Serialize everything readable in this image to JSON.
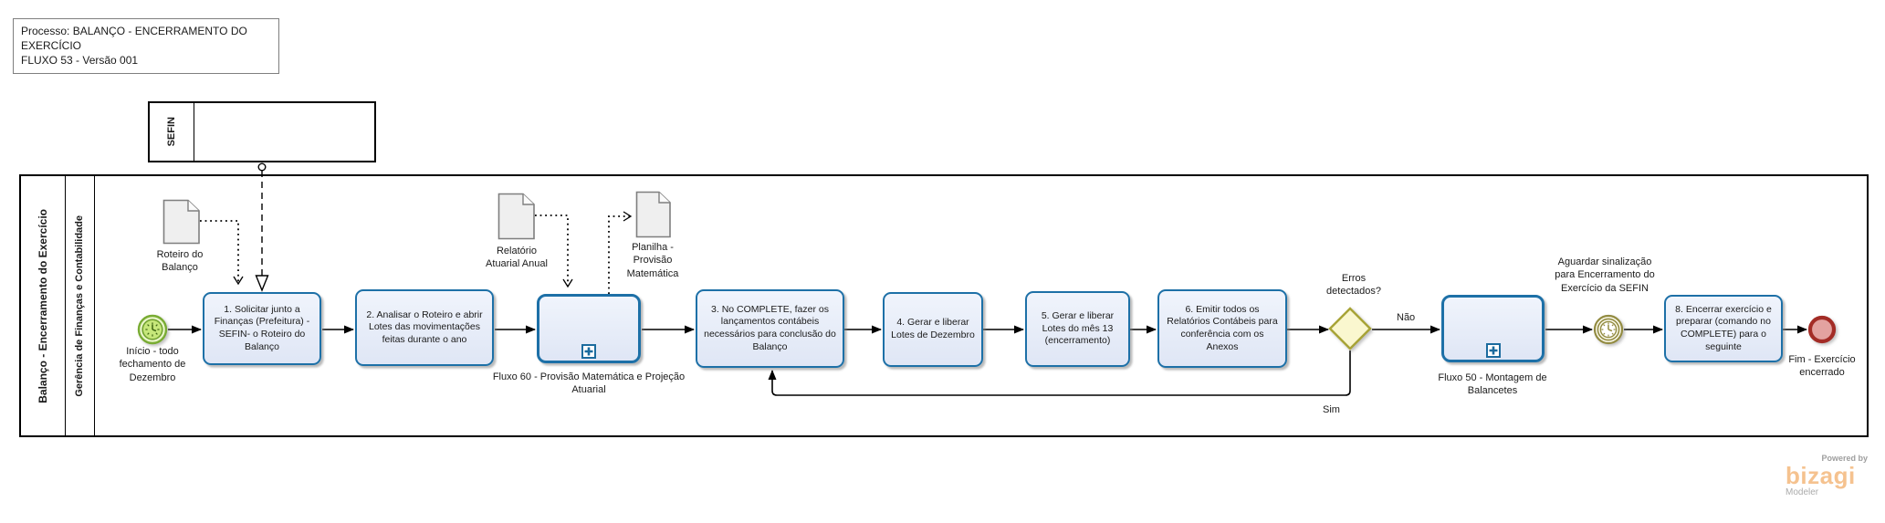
{
  "title_box": {
    "line1": "Processo: BALANÇO - ENCERRAMENTO DO EXERCÍCIO",
    "line2": "FLUXO 53 - Versão 001"
  },
  "pools": {
    "sefin": {
      "name": "SEFIN"
    },
    "main": {
      "name": "Balanço - Encerramento do Exercício",
      "lane": "Gerência de Finanças e Contabilidade"
    }
  },
  "events": {
    "start_timer": {
      "label": "Início - todo fechamento de Dezembro"
    },
    "intermediate_timer": {
      "label": "Aguardar sinalização para Encerramento do Exercício da SEFIN"
    },
    "end": {
      "label": "Fim - Exercício encerrado"
    }
  },
  "tasks": {
    "task1": {
      "label": "1. Solicitar junto a Finanças (Prefeitura) - SEFIN- o Roteiro do Balanço"
    },
    "task2": {
      "label": "2. Analisar o Roteiro e abrir Lotes das movimentações feitas durante o ano"
    },
    "task3": {
      "label": "3. No COMPLETE, fazer os lançamentos contábeis necessários para conclusão do Balanço"
    },
    "task4": {
      "label": "4. Gerar e liberar Lotes de Dezembro"
    },
    "task5": {
      "label": "5. Gerar e liberar Lotes do mês 13 (encerramento)"
    },
    "task6": {
      "label": "6. Emitir todos os Relatórios Contábeis para conferência com os Anexos"
    },
    "task8": {
      "label": "8. Encerrar exercício e preparar (comando no COMPLETE) para o seguinte"
    }
  },
  "subprocesses": {
    "fluxo60": {
      "label": "Fluxo 60 - Provisão Matemática e Projeção Atuarial"
    },
    "fluxo50": {
      "label": "Fluxo 50 - Montagem de Balancetes"
    }
  },
  "documents": {
    "roteiro": {
      "label": "Roteiro do Balanço"
    },
    "relatorio": {
      "label": "Relatório Atuarial Anual"
    },
    "planilha": {
      "label": "Planilha - Provisão Matemática"
    }
  },
  "gateway": {
    "question": "Erros detectados?",
    "branch_no": "Não",
    "branch_yes": "Sim"
  },
  "branding": {
    "powered_by": "Powered by",
    "brand": "bizagi",
    "product": "Modeler"
  },
  "colors": {
    "task_fill": "#E7EDF9",
    "task_border": "#1D70A7",
    "gateway_fill": "#FAF7CF",
    "gateway_border": "#A8A437",
    "start_fill": "#C6E77A",
    "start_border": "#79AC33",
    "timer_ring": "#938C42",
    "end_border": "#A32C26",
    "end_fill": "#E3A2A0",
    "brand_orange": "#F5C28F"
  }
}
